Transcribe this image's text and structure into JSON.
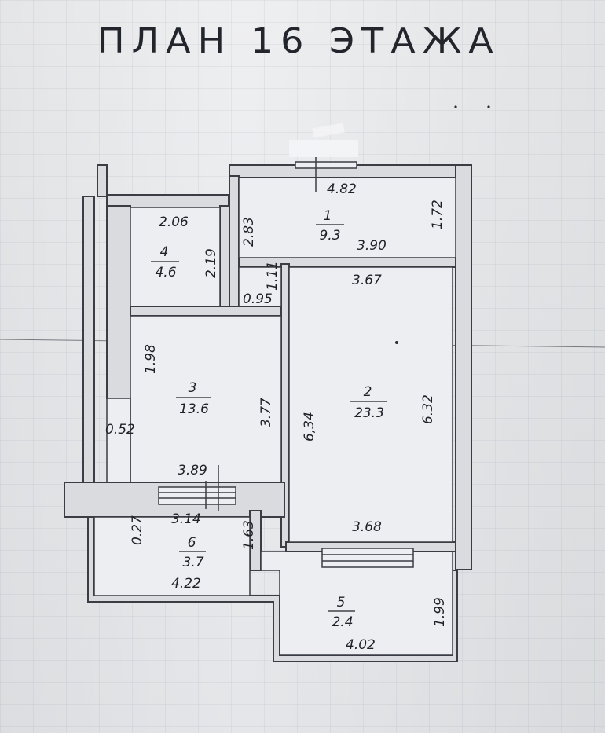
{
  "title": "ПЛАН 16 ЭТАЖА",
  "rooms": [
    {
      "number": "1",
      "area": "9.3"
    },
    {
      "number": "2",
      "area": "23.3"
    },
    {
      "number": "3",
      "area": "13.6"
    },
    {
      "number": "4",
      "area": "4.6"
    },
    {
      "number": "5",
      "area": "2.4"
    },
    {
      "number": "6",
      "area": "3.7"
    }
  ],
  "dimensions": {
    "room1_top": "4.82",
    "room1_right": "1.72",
    "room1_left": "2.83",
    "room1_bottom": "3.90",
    "room2_top": "3.67",
    "room2_bottom": "3.68",
    "room2_left": "6,34",
    "room2_right": "6.32",
    "room3_top_left": "1.98",
    "room3_right": "3.77",
    "room3_bottom": "3.89",
    "room3_niche": "0.52",
    "room4_top": "2.06",
    "room4_right": "2.19",
    "corridor_width": "0.95",
    "corridor_height": "1.11",
    "room6_top": "3.14",
    "room6_left": "0.27",
    "room6_right": "1.63",
    "room6_bottom": "4.22",
    "room5_right": "1.99",
    "room5_bottom": "4.02"
  },
  "colors": {
    "wall": "#3a3d44",
    "ink": "#1e2128"
  }
}
